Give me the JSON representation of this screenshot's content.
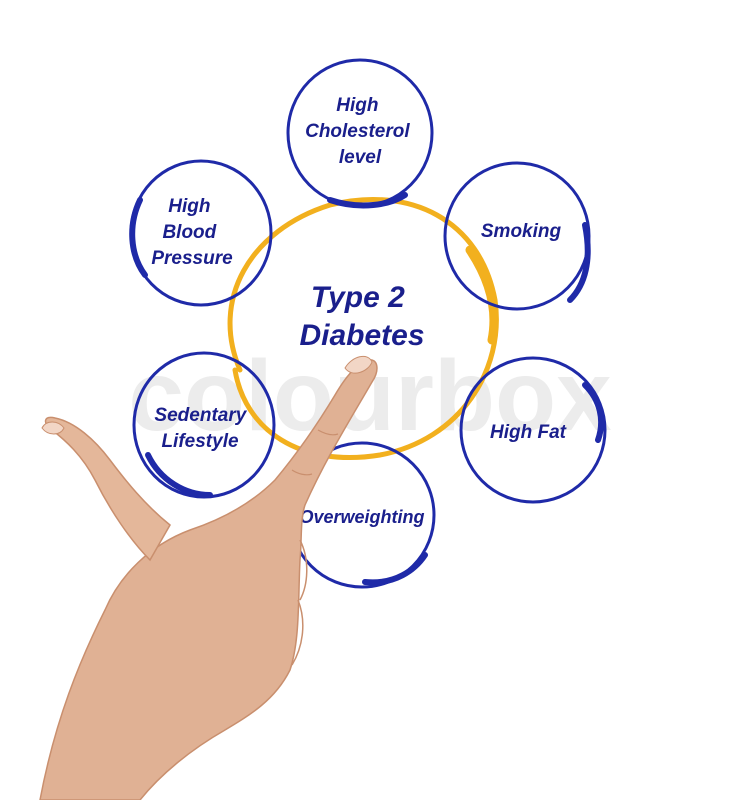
{
  "diagram": {
    "center": {
      "lines": [
        "Type 2",
        "Diabetes"
      ]
    },
    "factors": [
      {
        "id": "cholesterol",
        "lines": [
          "High",
          "Cholesterol",
          "level"
        ]
      },
      {
        "id": "smoking",
        "lines": [
          "Smoking"
        ]
      },
      {
        "id": "high-fat",
        "lines": [
          "High Fat"
        ]
      },
      {
        "id": "overweighting",
        "lines": [
          "Overweighting"
        ]
      },
      {
        "id": "sedentary",
        "lines": [
          "Sedentary",
          "Lifestyle"
        ]
      },
      {
        "id": "blood-pressure",
        "lines": [
          "High",
          "Blood",
          "Pressure"
        ]
      }
    ],
    "watermark": "colourbox",
    "colors": {
      "factor_stroke": "#1f2aa8",
      "center_stroke": "#f2b01e",
      "text": "#1a1f8c",
      "watermark": "#ececec",
      "skin": "#e0b194",
      "skin_shade": "#c98f6e"
    }
  }
}
